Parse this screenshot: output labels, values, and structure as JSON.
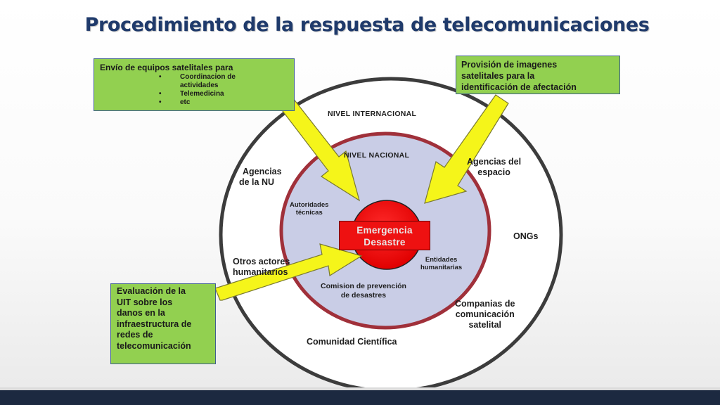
{
  "title": "Procedimiento de la respuesta de telecomunicaciones",
  "levels": {
    "international": "NIVEL INTERNACIONAL",
    "national": "NIVEL NACIONAL"
  },
  "center": {
    "line1": "Emergencia",
    "line2": "Desastre"
  },
  "national_actors": {
    "autoridades_1": "Autoridades",
    "autoridades_2": "técnicas",
    "entidades_1": "Entidades",
    "entidades_2": "humanitarias",
    "comision_1": "Comision de prevención",
    "comision_2": "de desastres"
  },
  "international_actors": {
    "agencias_nu_1": "Agencias",
    "agencias_nu_2": "de la NU",
    "agencias_espacio_1": "Agencias del",
    "agencias_espacio_2": "espacio",
    "ongs": "ONGs",
    "otros_1": "Otros actores",
    "otros_2": "humanitarios",
    "companias_1": "Companias de",
    "companias_2": "comunicación",
    "companias_3": "satelital",
    "comunidad": "Comunidad Científica"
  },
  "callouts": {
    "equipos": {
      "heading": "Envío de equipos satelitales para",
      "items": [
        "Coordinacion de actividades",
        "Telemedicina",
        "etc"
      ]
    },
    "imagenes": {
      "line1": "Provisión de imagenes",
      "line2": "satelitales para la",
      "line3": "identificación de afectación"
    },
    "evaluacion": {
      "line1": "Evaluación de la",
      "line2": "UIT sobre los",
      "line3": "danos en la",
      "line4": "infraestructura de",
      "line5": "redes de",
      "line6": "telecomunicación"
    }
  },
  "colors": {
    "title": "#1f3a6b",
    "outer_ring_fill": "#ffffff",
    "outer_ring_border": "#3c3c3c",
    "national_fill": "#c9cde6",
    "national_border": "#a0303a",
    "center_fill": "#ee1111",
    "callout_fill": "#92d050",
    "arrow_fill": "#f5f51a",
    "bottom_bar": "#1c2940"
  }
}
